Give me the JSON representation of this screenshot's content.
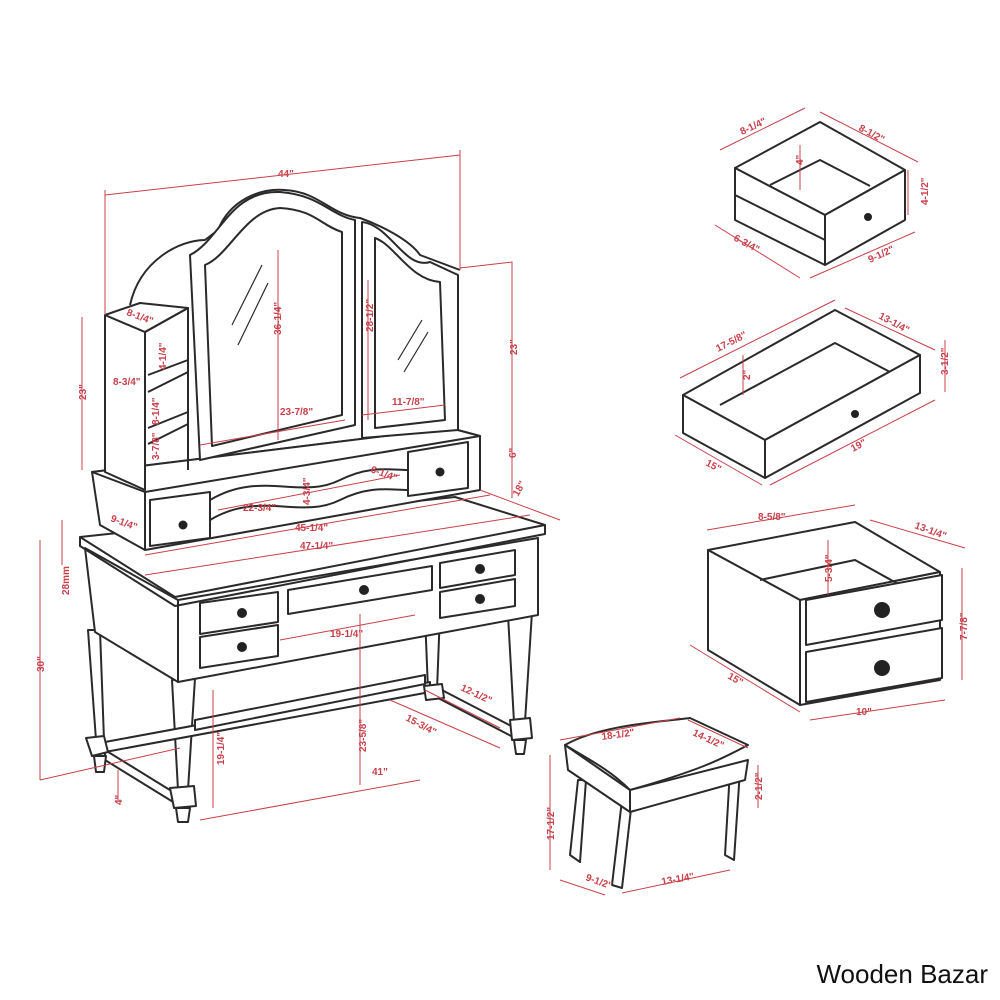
{
  "brand": "Wooden Bazar",
  "line_color": "#2a2a2a",
  "dimension_color": "#c8404a",
  "vanity": {
    "overall_width": "44\"",
    "center_mirror_height": "36-1/4\"",
    "side_mirror_height": "28-1/2\"",
    "hutch_right_height": "23\"",
    "hutch_left_height": "23\"",
    "hutch_base_height": "6\"",
    "desk_depth": "18\"",
    "center_mirror_width": "23-7/8\"",
    "side_mirror_width": "11-7/8\"",
    "shelf_depth": "8-1/4\"",
    "shelf_width": "8-3/4\"",
    "shelf_spacing_top": "4-1/4\"",
    "shelf_spacing_mid": "8-1/4\"",
    "shelf_spacing_bottom": "3-7/8\"",
    "hutch_opening_width": "22-3/4\"",
    "hutch_opening_height": "4-3/4\"",
    "hutch_width": "45-1/4\"",
    "desk_width": "47-1/4\"",
    "hutch_left_drawer": "9-1/4\"",
    "hutch_right_drawer": "6-1/4\"",
    "top_thickness": "28mm",
    "desk_height": "30\"",
    "kneehole_width": "19-1/4\"",
    "kneehole_height": "23-5/8\"",
    "leg_clearance": "19-1/4\"",
    "leg_span_width": "41\"",
    "side_stretcher": "12-1/2\"",
    "leg_span_depth": "15-3/4\"",
    "stretcher_height": "4\""
  },
  "small_drawer": {
    "depth": "8-1/4\"",
    "width": "8-1/2\"",
    "inner_height": "4\"",
    "height": "4-1/2\"",
    "outer_depth": "6-3/4\"",
    "outer_width": "9-1/2\""
  },
  "center_drawer": {
    "depth": "17-5/8\"",
    "width": "13-1/4\"",
    "inner_height": "2\"",
    "height": "3-1/2\"",
    "outer_depth": "15\"",
    "outer_width": "19\""
  },
  "double_drawer": {
    "width": "8-5/8\"",
    "depth": "13-1/4\"",
    "inner_height": "5-3/4\"",
    "height": "7-7/8\"",
    "outer_depth": "15\"",
    "outer_width": "10\""
  },
  "stool": {
    "width": "18-1/2\"",
    "depth": "14-1/2\"",
    "apron": "2-1/2\"",
    "height": "17-1/2\"",
    "leg_depth": "9-1/2\"",
    "leg_width": "13-1/4\""
  }
}
